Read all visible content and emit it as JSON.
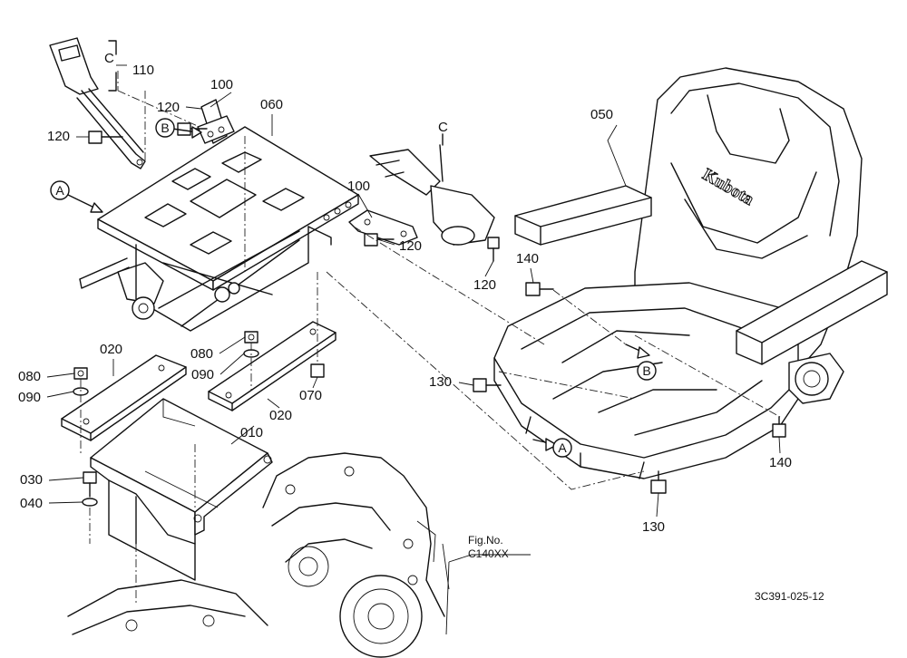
{
  "parts": {
    "p010": "010",
    "p020a": "020",
    "p020b": "020",
    "p030": "030",
    "p040": "040",
    "p050": "050",
    "p060": "060",
    "p070": "070",
    "p080a": "080",
    "p080b": "080",
    "p090a": "090",
    "p090b": "090",
    "p100a": "100",
    "p100b": "100",
    "p110": "110",
    "p120a": "120",
    "p120b": "120",
    "p120c": "120",
    "p120d": "120",
    "p130a": "130",
    "p130b": "130",
    "p140a": "140",
    "p140b": "140"
  },
  "refs": {
    "A": "A",
    "B": "B",
    "C": "C"
  },
  "brand": "Kubota",
  "figure_ref": {
    "line1": "Fig.No.",
    "line2": "C140XX"
  },
  "drawing_number": "3C391-025-12",
  "colors": {
    "ink": "#111111",
    "paper": "#ffffff"
  }
}
